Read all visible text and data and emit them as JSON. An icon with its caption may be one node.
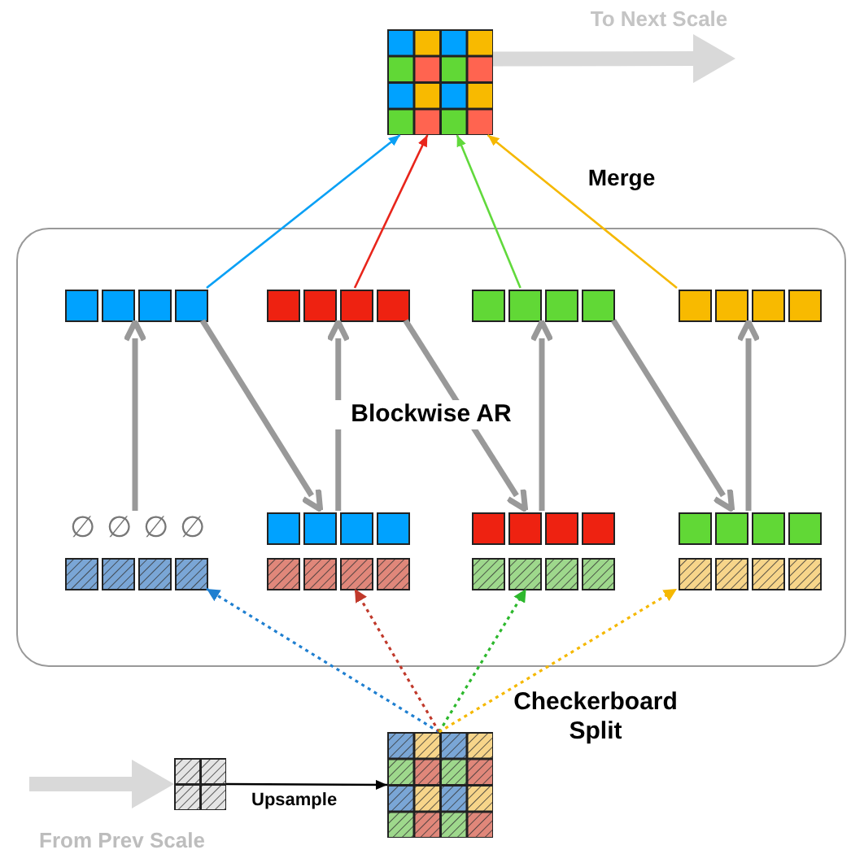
{
  "diagram": {
    "nodes": [
      {
        "text": [],
        "shape": "grid"
      },
      {
        "text": [],
        "shape": "box"
      },
      {
        "text": [],
        "shape": "bar",
        "in": 1
      },
      {
        "text": [],
        "shape": "bar",
        "in": 1
      },
      {
        "text": [],
        "shape": "bar",
        "in": 1
      },
      {
        "text": [],
        "shape": "bar",
        "in": 1
      },
      {
        "text": [
          "∅",
          "∅",
          "∅",
          "∅"
        ],
        "in": 1
      },
      {
        "text": [],
        "shape": "bar",
        "in": 1
      },
      {
        "text": [],
        "shape": "bar",
        "in": 1
      },
      {
        "text": [],
        "shape": "bar",
        "in": 1
      },
      {
        "text": [],
        "shape": "grid"
      },
      {
        "text": [],
        "shape": "grid"
      }
    ],
    "edges": [
      {
        "from": 2,
        "to": 0,
        "arrow": "to",
        "color": "#0aa0f5"
      },
      {
        "from": 3,
        "to": 0,
        "arrow": "to",
        "color": "#e8251b"
      },
      {
        "from": 4,
        "to": 0,
        "arrow": "to",
        "color": "#61d93c"
      },
      {
        "from": 5,
        "to": 0,
        "arrow": "to",
        "color": "#f5b800"
      },
      {
        "from": 6,
        "to": 2,
        "arrow": "to",
        "style": "thick"
      },
      {
        "from": 2,
        "to": 7,
        "arrow": "to",
        "style": "thick"
      },
      {
        "from": 7,
        "to": 3,
        "arrow": "to",
        "style": "thick"
      },
      {
        "from": 3,
        "to": 8,
        "arrow": "to",
        "style": "thick"
      },
      {
        "from": 8,
        "to": 4,
        "arrow": "to",
        "style": "thick"
      },
      {
        "from": 4,
        "to": 9,
        "arrow": "to",
        "style": "thick"
      },
      {
        "from": 9,
        "to": 5,
        "arrow": "to",
        "style": "thick"
      },
      {
        "from": 11,
        "to": 6,
        "arrow": "to",
        "style": "dashed",
        "color": "#1f7fd0"
      },
      {
        "from": 11,
        "to": 7,
        "arrow": "to",
        "style": "dashed",
        "color": "#c0392b"
      },
      {
        "from": 11,
        "to": 8,
        "arrow": "to",
        "style": "dashed",
        "color": "#2db82d"
      },
      {
        "from": 11,
        "to": 9,
        "arrow": "to",
        "style": "dashed",
        "color": "#f5b800"
      },
      {
        "from": 10,
        "to": 11,
        "label": "Upsample",
        "arrow": "to",
        "color": "#000000"
      },
      {
        "from": null,
        "to": 10,
        "arrow": "to",
        "style": "thick",
        "color": "#d9d9d9"
      },
      {
        "from": 0,
        "to": null,
        "arrow": "to",
        "style": "thick",
        "color": "#d9d9d9"
      }
    ],
    "labels": [
      "To Next Scale",
      "Merge",
      "Blockwise AR",
      "Checkerboard Split",
      "From Prev Scale"
    ]
  }
}
